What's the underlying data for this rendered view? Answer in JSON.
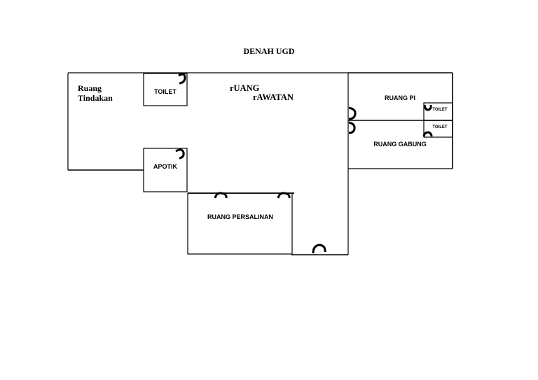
{
  "title": "DENAH UGD",
  "rooms": {
    "tindakan": [
      "Ruang",
      "Tindakan"
    ],
    "toilet_main": "TOILET",
    "rawatan": [
      "rUANG",
      "rAWATAN"
    ],
    "pi": "RUANG PI",
    "toilet_a": "TOILET",
    "toilet_b": "TOILET",
    "gabung": "RUANG GABUNG",
    "apotik": "APOTIK",
    "persalinan": "RUANG PERSALINAN"
  },
  "colors": {
    "line": "#000000",
    "background": "#ffffff"
  },
  "doors": [
    "door-icon"
  ]
}
